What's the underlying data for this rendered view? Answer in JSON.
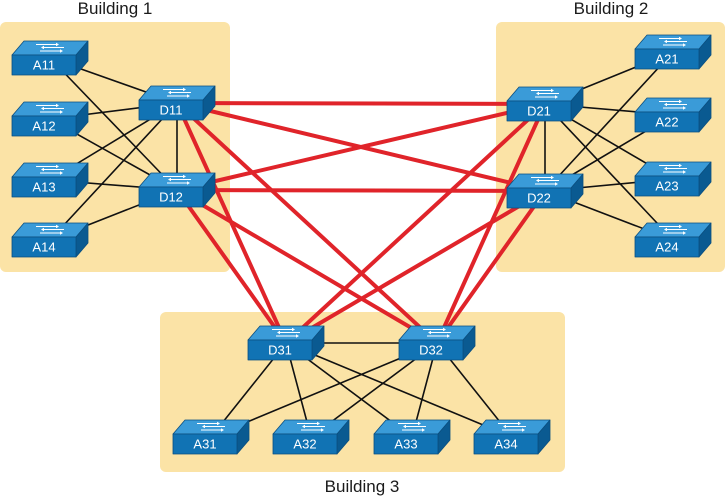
{
  "colors": {
    "building_fill": "#fbe3a6",
    "switch_top": "#3a9bd8",
    "switch_front": "#1173b4",
    "switch_side": "#0a5a91",
    "access_link": "#111111",
    "core_link": "#e0242a"
  },
  "buildings": [
    {
      "id": "b1",
      "label": "Building 1"
    },
    {
      "id": "b2",
      "label": "Building 2"
    },
    {
      "id": "b3",
      "label": "Building 3"
    }
  ],
  "switches": [
    {
      "id": "A11",
      "label": "A11",
      "type": "access",
      "icon": "switch-icon"
    },
    {
      "id": "A12",
      "label": "A12",
      "type": "access",
      "icon": "switch-icon"
    },
    {
      "id": "A13",
      "label": "A13",
      "type": "access",
      "icon": "switch-icon"
    },
    {
      "id": "A14",
      "label": "A14",
      "type": "access",
      "icon": "switch-icon"
    },
    {
      "id": "D11",
      "label": "D11",
      "type": "distribution",
      "icon": "switch-icon"
    },
    {
      "id": "D12",
      "label": "D12",
      "type": "distribution",
      "icon": "switch-icon"
    },
    {
      "id": "A21",
      "label": "A21",
      "type": "access",
      "icon": "switch-icon"
    },
    {
      "id": "A22",
      "label": "A22",
      "type": "access",
      "icon": "switch-icon"
    },
    {
      "id": "A23",
      "label": "A23",
      "type": "access",
      "icon": "switch-icon"
    },
    {
      "id": "A24",
      "label": "A24",
      "type": "access",
      "icon": "switch-icon"
    },
    {
      "id": "D21",
      "label": "D21",
      "type": "distribution",
      "icon": "switch-icon"
    },
    {
      "id": "D22",
      "label": "D22",
      "type": "distribution",
      "icon": "switch-icon"
    },
    {
      "id": "D31",
      "label": "D31",
      "type": "distribution",
      "icon": "switch-icon"
    },
    {
      "id": "D32",
      "label": "D32",
      "type": "distribution",
      "icon": "switch-icon"
    },
    {
      "id": "A31",
      "label": "A31",
      "type": "access",
      "icon": "switch-icon"
    },
    {
      "id": "A32",
      "label": "A32",
      "type": "access",
      "icon": "switch-icon"
    },
    {
      "id": "A33",
      "label": "A33",
      "type": "access",
      "icon": "switch-icon"
    },
    {
      "id": "A34",
      "label": "A34",
      "type": "access",
      "icon": "switch-icon"
    }
  ],
  "links": [
    {
      "from": "A11",
      "to": "D11",
      "kind": "access"
    },
    {
      "from": "A11",
      "to": "D12",
      "kind": "access"
    },
    {
      "from": "A12",
      "to": "D11",
      "kind": "access"
    },
    {
      "from": "A12",
      "to": "D12",
      "kind": "access"
    },
    {
      "from": "A13",
      "to": "D11",
      "kind": "access"
    },
    {
      "from": "A13",
      "to": "D12",
      "kind": "access"
    },
    {
      "from": "A14",
      "to": "D11",
      "kind": "access"
    },
    {
      "from": "A14",
      "to": "D12",
      "kind": "access"
    },
    {
      "from": "D11",
      "to": "D12",
      "kind": "access"
    },
    {
      "from": "A21",
      "to": "D21",
      "kind": "access"
    },
    {
      "from": "A21",
      "to": "D22",
      "kind": "access"
    },
    {
      "from": "A22",
      "to": "D21",
      "kind": "access"
    },
    {
      "from": "A22",
      "to": "D22",
      "kind": "access"
    },
    {
      "from": "A23",
      "to": "D21",
      "kind": "access"
    },
    {
      "from": "A23",
      "to": "D22",
      "kind": "access"
    },
    {
      "from": "A24",
      "to": "D21",
      "kind": "access"
    },
    {
      "from": "A24",
      "to": "D22",
      "kind": "access"
    },
    {
      "from": "D21",
      "to": "D22",
      "kind": "access"
    },
    {
      "from": "D31",
      "to": "D32",
      "kind": "access"
    },
    {
      "from": "A31",
      "to": "D31",
      "kind": "access"
    },
    {
      "from": "A31",
      "to": "D32",
      "kind": "access"
    },
    {
      "from": "A32",
      "to": "D31",
      "kind": "access"
    },
    {
      "from": "A32",
      "to": "D32",
      "kind": "access"
    },
    {
      "from": "A33",
      "to": "D31",
      "kind": "access"
    },
    {
      "from": "A33",
      "to": "D32",
      "kind": "access"
    },
    {
      "from": "A34",
      "to": "D31",
      "kind": "access"
    },
    {
      "from": "A34",
      "to": "D32",
      "kind": "access"
    },
    {
      "from": "D11",
      "to": "D21",
      "kind": "core"
    },
    {
      "from": "D11",
      "to": "D22",
      "kind": "core"
    },
    {
      "from": "D12",
      "to": "D21",
      "kind": "core"
    },
    {
      "from": "D12",
      "to": "D22",
      "kind": "core"
    },
    {
      "from": "D11",
      "to": "D31",
      "kind": "core"
    },
    {
      "from": "D11",
      "to": "D32",
      "kind": "core"
    },
    {
      "from": "D12",
      "to": "D31",
      "kind": "core"
    },
    {
      "from": "D12",
      "to": "D32",
      "kind": "core"
    },
    {
      "from": "D21",
      "to": "D31",
      "kind": "core"
    },
    {
      "from": "D21",
      "to": "D32",
      "kind": "core"
    },
    {
      "from": "D22",
      "to": "D31",
      "kind": "core"
    },
    {
      "from": "D22",
      "to": "D32",
      "kind": "core"
    }
  ]
}
